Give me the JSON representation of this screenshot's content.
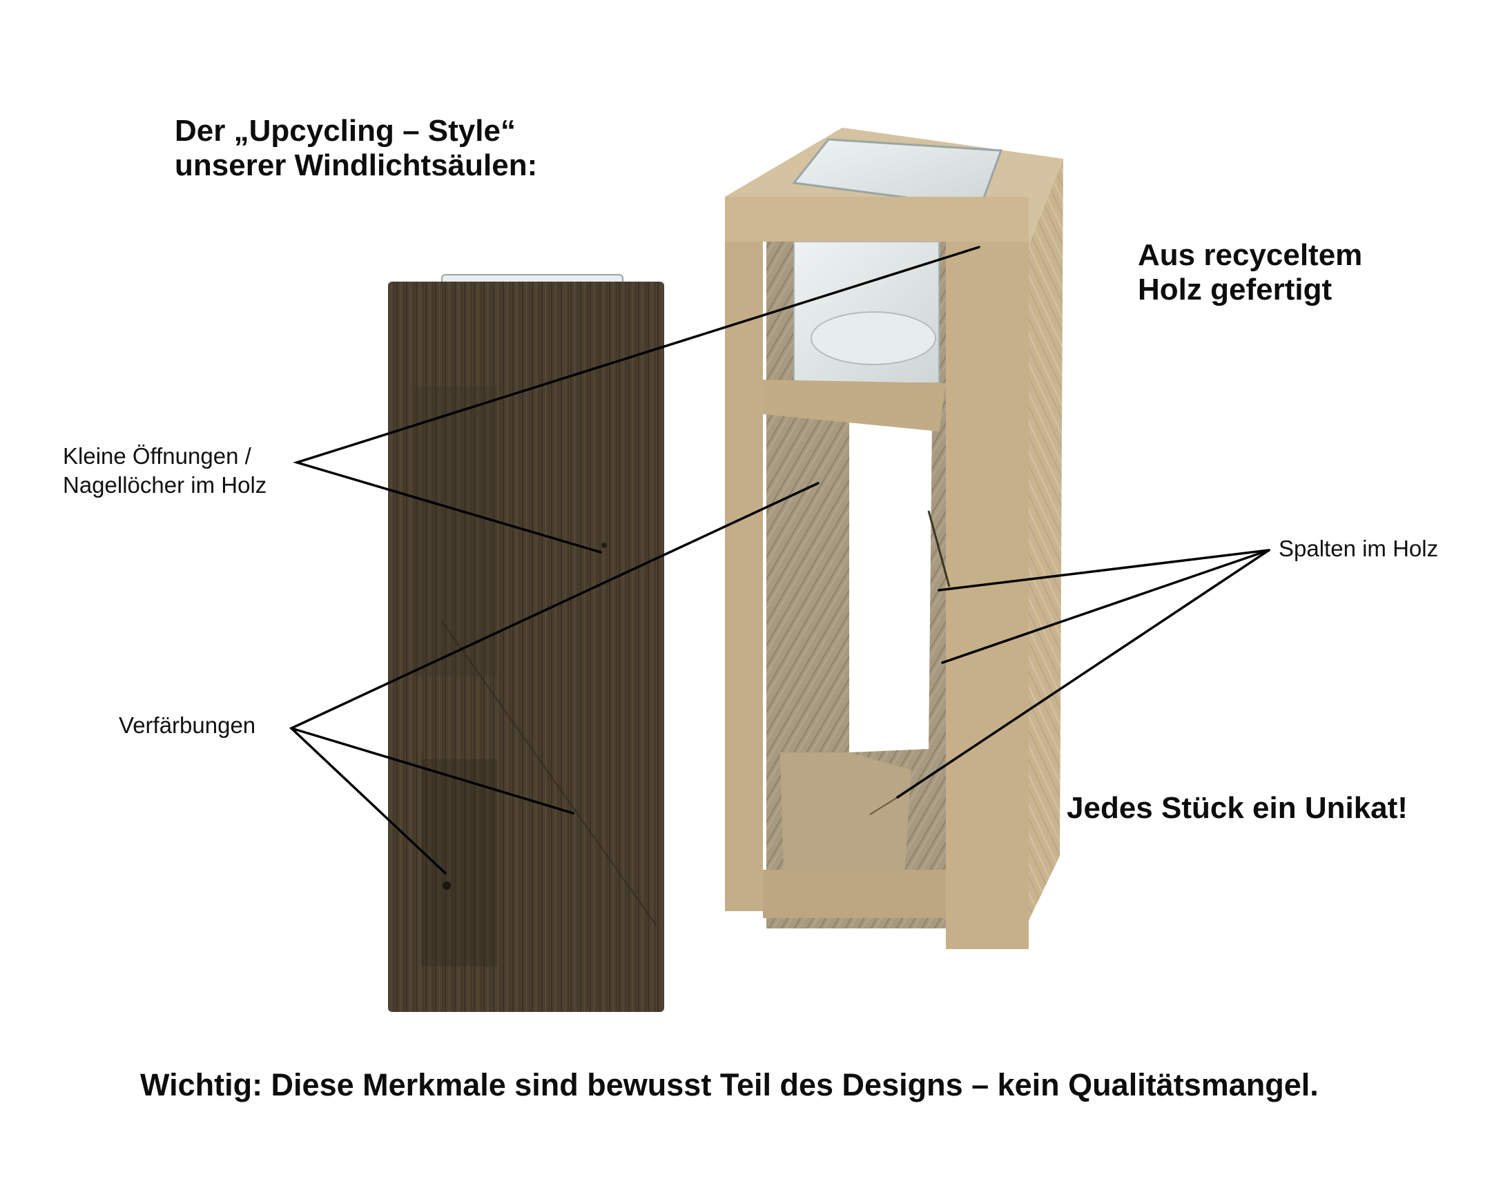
{
  "title": {
    "line1": "Der „Upcycling – Style“",
    "line2": "unserer Windlichtsäulen:"
  },
  "highlights": {
    "recycled_line1": "Aus recyceltem",
    "recycled_line2": "Holz gefertigt",
    "unique": "Jedes Stück ein Unikat!"
  },
  "callouts": {
    "holes_line1": "Kleine Öffnungen /",
    "holes_line2": "Nagellöcher im Holz",
    "discoloration": "Verfärbungen",
    "cracks": "Spalten im Holz"
  },
  "footer": {
    "note": "Wichtig: Diese Merkmale sind bewusst Teil des Designs – kein Qualitätsmangel."
  },
  "products": [
    {
      "name": "dark-wood-lantern-column",
      "color": "#4a3f2e"
    },
    {
      "name": "light-wood-open-frame-lantern",
      "color": "#c9b28f"
    }
  ],
  "colors": {
    "background": "#ffffff",
    "text": "#0d0d0d",
    "callout_line": "#000000"
  }
}
